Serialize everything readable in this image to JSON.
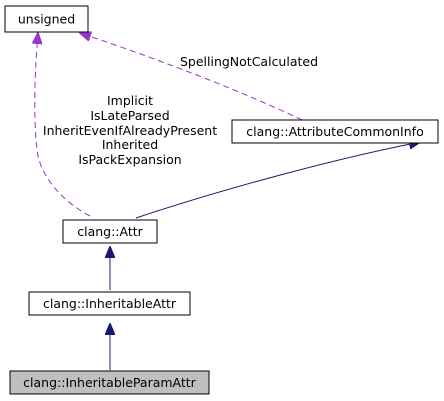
{
  "nodes": {
    "unsigned": {
      "label": "unsigned",
      "highlighted": false
    },
    "attribute_common_info": {
      "label": "clang::AttributeCommonInfo",
      "highlighted": false
    },
    "attr": {
      "label": "clang::Attr",
      "highlighted": false
    },
    "inheritable_attr": {
      "label": "clang::InheritableAttr",
      "highlighted": false
    },
    "inheritable_param_attr": {
      "label": "clang::InheritableParamAttr",
      "highlighted": true
    }
  },
  "edge_labels": {
    "spelling_not_calculated": "SpellingNotCalculated",
    "attr_members": [
      "Implicit",
      "IsLateParsed",
      "InheritEvenIfAlreadyPresent",
      "Inherited",
      "IsPackExpansion"
    ]
  },
  "colors": {
    "inheritance_edge": "#191970",
    "usage_edge": "#9a32cd",
    "highlight_fill": "#bfbfbf",
    "node_fill": "#ffffff",
    "node_border": "#000000"
  }
}
